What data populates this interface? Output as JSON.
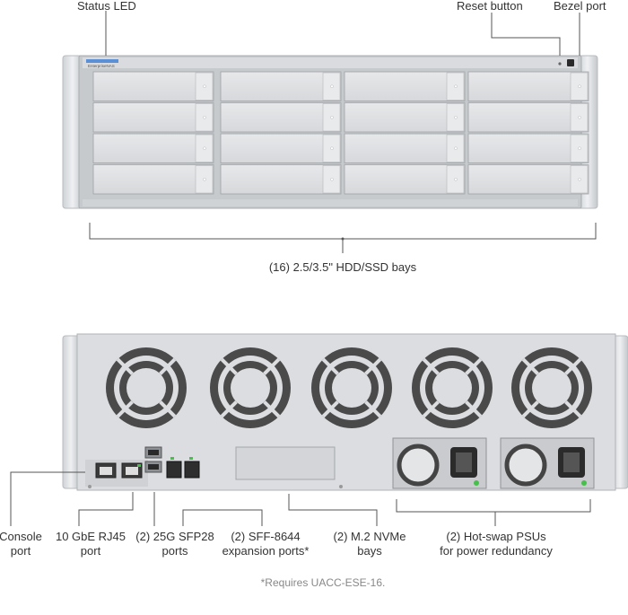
{
  "callouts": {
    "status_led": "Status LED",
    "reset_button": "Reset button",
    "bezel_port": "Bezel port",
    "drive_bays": "(16) 2.5/3.5\" HDD/SSD bays",
    "console_port_l1": "Console",
    "console_port_l2": "port",
    "rj45_l1": "10 GbE RJ45",
    "rj45_l2": "port",
    "sfp28_l1": "(2) 25G SFP28",
    "sfp28_l2": "ports",
    "sff8644_l1": "(2) SFF-8644",
    "sff8644_l2": "expansion ports*",
    "nvme_l1": "(2) M.2 NVMe",
    "nvme_l2": "bays",
    "psu_l1": "(2) Hot-swap PSUs",
    "psu_l2": "for power redundancy"
  },
  "front_panel": {
    "brand_text": "EnterpriseNAS"
  },
  "footnote": "*Requires UACC-ESE-16."
}
